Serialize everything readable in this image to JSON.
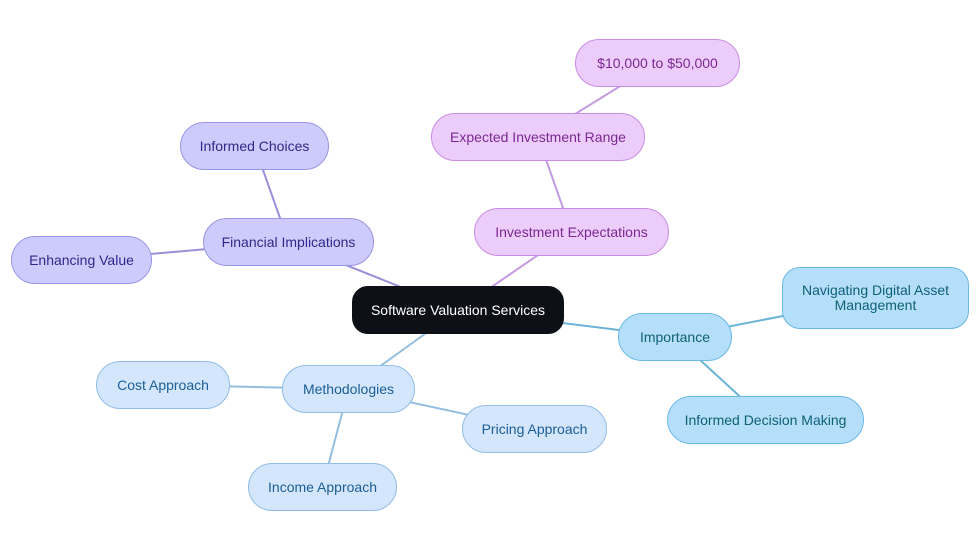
{
  "palette": {
    "root_bg": "#0d1117",
    "root_text": "#ffffff",
    "purple_fill": "#cdcbfb",
    "purple_border": "#9a95e6",
    "purple_text": "#2e2a8a",
    "purple_line": "#9a8fd8",
    "pink_fill": "#ecccfb",
    "pink_border": "#c98de6",
    "pink_text": "#7a2890",
    "pink_line": "#c49ae0",
    "lightblue_fill": "#d3e6fb",
    "lightblue_border": "#92bde6",
    "lightblue_text": "#1c5e96",
    "lightblue_line": "#94bde0",
    "cyan_fill": "#b4def9",
    "cyan_border": "#6ab8e6",
    "cyan_text": "#0f6176",
    "cyan_line": "#6ab3d6"
  },
  "diagram": {
    "nodes": [
      {
        "id": "root",
        "label": "Software Valuation Services",
        "style": "root"
      },
      {
        "id": "financial",
        "label": "Financial Implications",
        "style": "purple"
      },
      {
        "id": "informed_choices",
        "label": "Informed Choices",
        "style": "purple"
      },
      {
        "id": "enhancing_value",
        "label": "Enhancing Value",
        "style": "purple"
      },
      {
        "id": "investment",
        "label": "Investment Expectations",
        "style": "pink"
      },
      {
        "id": "expected_range",
        "label": "Expected Investment Range",
        "style": "pink"
      },
      {
        "id": "range_value",
        "label": "$10,000 to $50,000",
        "style": "pink"
      },
      {
        "id": "methodologies",
        "label": "Methodologies",
        "style": "lightblue"
      },
      {
        "id": "cost",
        "label": "Cost Approach",
        "style": "lightblue"
      },
      {
        "id": "pricing",
        "label": "Pricing Approach",
        "style": "lightblue"
      },
      {
        "id": "income",
        "label": "Income Approach",
        "style": "lightblue"
      },
      {
        "id": "importance",
        "label": "Importance",
        "style": "cyan"
      },
      {
        "id": "navigating",
        "label": "Navigating Digital Asset Management",
        "style": "cyan"
      },
      {
        "id": "informed_decision",
        "label": "Informed Decision Making",
        "style": "cyan"
      }
    ],
    "edges": [
      {
        "from": "root",
        "to": "financial",
        "style": "purple"
      },
      {
        "from": "financial",
        "to": "informed_choices",
        "style": "purple"
      },
      {
        "from": "financial",
        "to": "enhancing_value",
        "style": "purple"
      },
      {
        "from": "root",
        "to": "investment",
        "style": "pink"
      },
      {
        "from": "investment",
        "to": "expected_range",
        "style": "pink"
      },
      {
        "from": "expected_range",
        "to": "range_value",
        "style": "pink"
      },
      {
        "from": "root",
        "to": "methodologies",
        "style": "lightblue"
      },
      {
        "from": "methodologies",
        "to": "cost",
        "style": "lightblue"
      },
      {
        "from": "methodologies",
        "to": "pricing",
        "style": "lightblue"
      },
      {
        "from": "methodologies",
        "to": "income",
        "style": "lightblue"
      },
      {
        "from": "root",
        "to": "importance",
        "style": "cyan"
      },
      {
        "from": "importance",
        "to": "navigating",
        "style": "cyan"
      },
      {
        "from": "importance",
        "to": "informed_decision",
        "style": "cyan"
      }
    ]
  }
}
